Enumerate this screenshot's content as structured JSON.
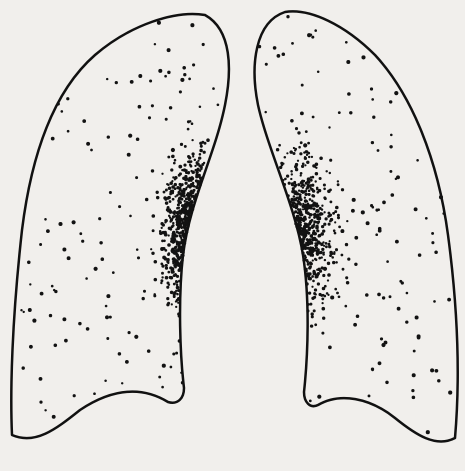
{
  "diagram": {
    "subject": "lungs",
    "parts": [
      "left-lung",
      "right-lung"
    ],
    "pattern": "perihilar-dot-distribution",
    "colors": {
      "background": "#f1efec",
      "outline": "#111111",
      "dots": "#121212"
    }
  }
}
